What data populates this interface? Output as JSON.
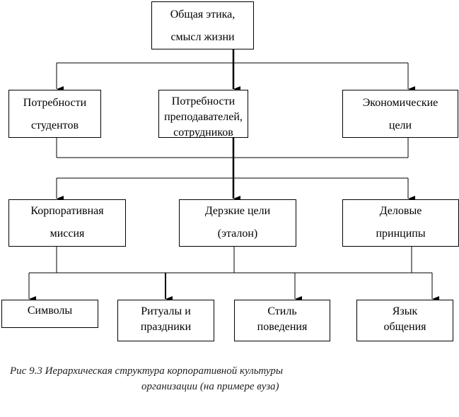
{
  "top": [
    "Общая этика,",
    "смысл жизни"
  ],
  "row2": [
    [
      "Потребности",
      "студентов"
    ],
    [
      "Потребности",
      "преподавателей,",
      "сотрудников"
    ],
    [
      "Экономические",
      "цели"
    ]
  ],
  "row3": [
    [
      "Корпоративная",
      "миссия"
    ],
    [
      "Дерзкие цели",
      "(эталон)"
    ],
    [
      "Деловые",
      "принципы"
    ]
  ],
  "row4": [
    [
      "Символы"
    ],
    [
      "Ритуалы и",
      "праздники"
    ],
    [
      "Стиль",
      "поведения"
    ],
    [
      "Язык",
      "общения"
    ]
  ],
  "caption": [
    "Рис 9.3 Иерархическая структура корпоративной культуры",
    "организации (на примере вуза)"
  ]
}
